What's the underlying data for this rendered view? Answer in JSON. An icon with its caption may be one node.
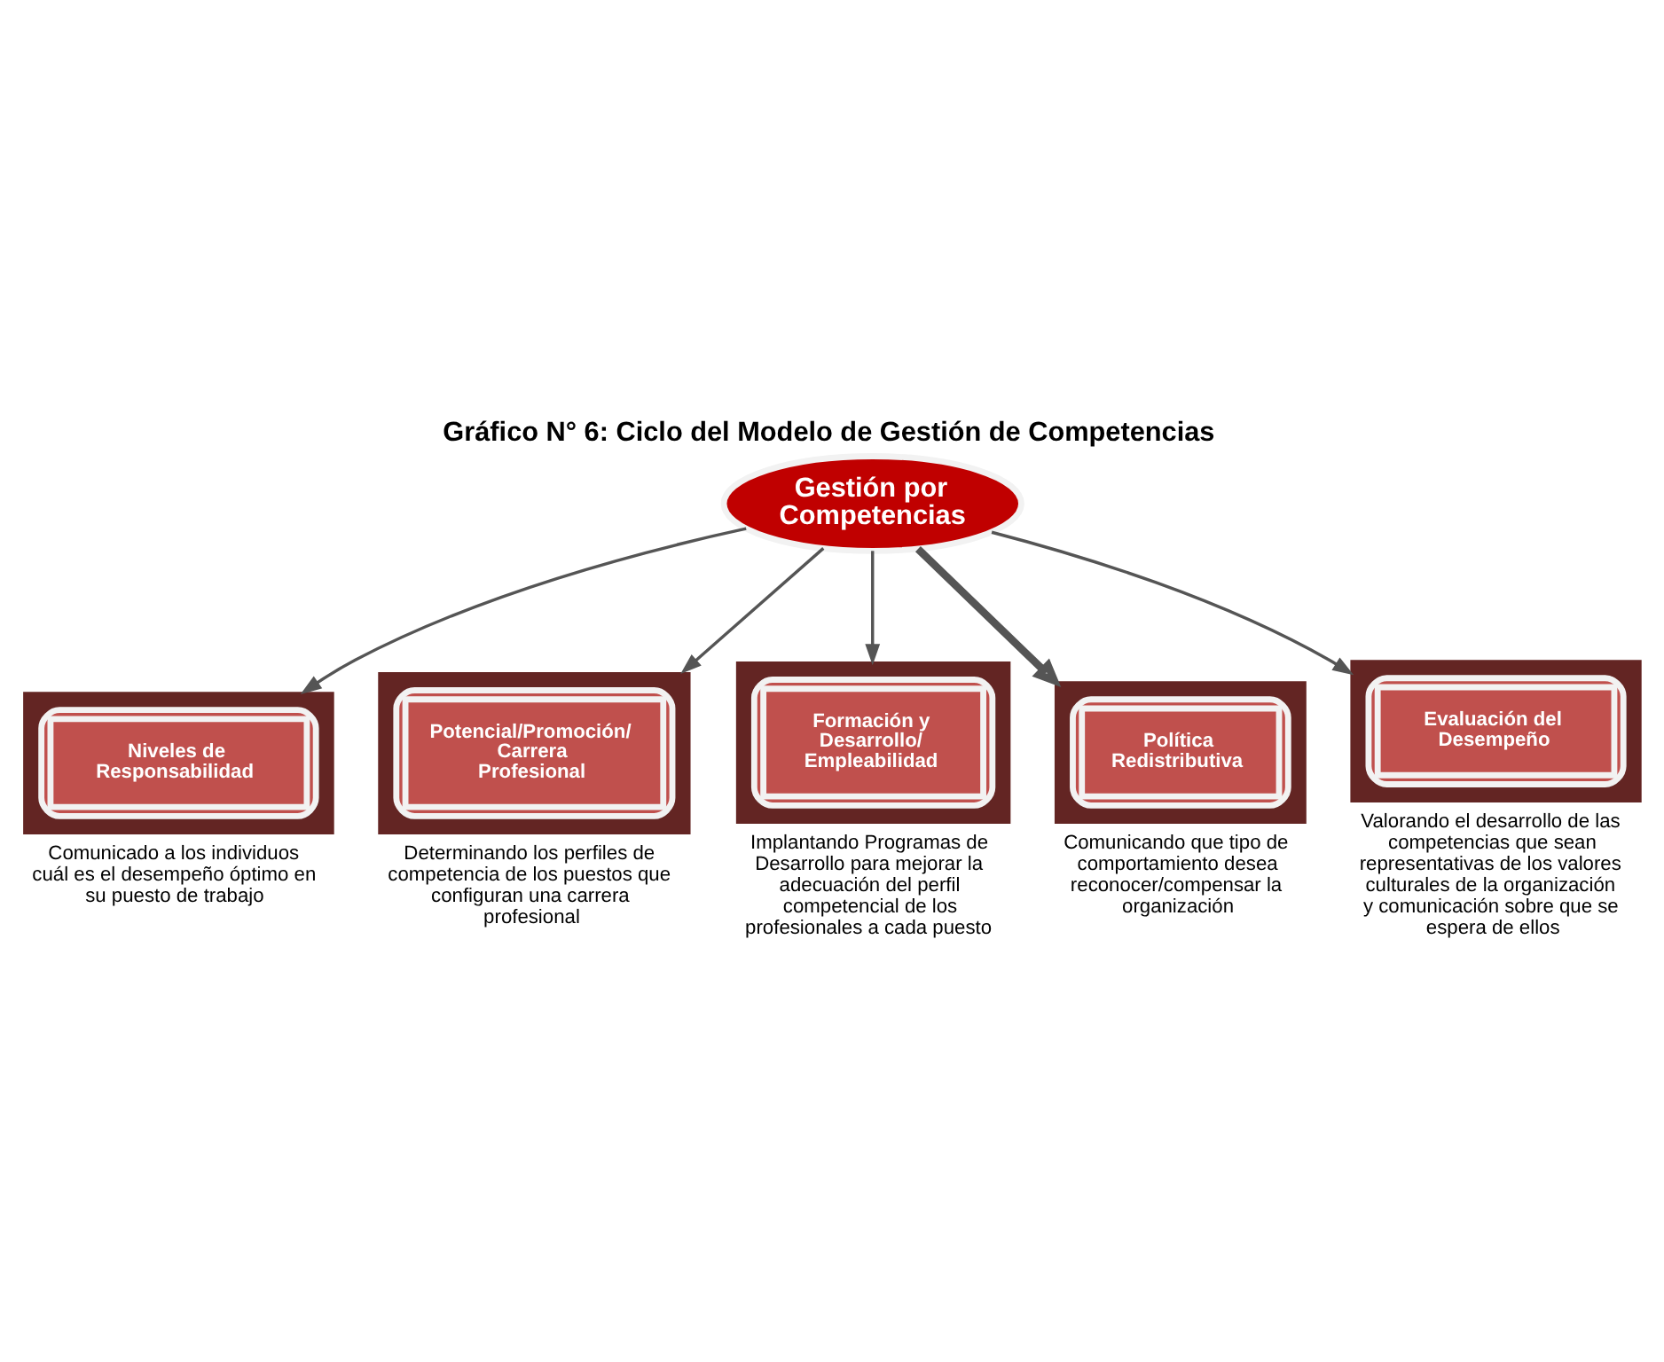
{
  "diagram": {
    "title": "Gráfico N° 6: Ciclo del Modelo de Gestión de Competencias",
    "nodes": [
      {
        "text": [
          "Gestión por Competencias"
        ]
      },
      {
        "text": [
          "Niveles de Responsabilidad"
        ],
        "beside": [
          "Comunicado a los individuos cuál es el desempeño óptimo en su puesto de trabajo"
        ]
      },
      {
        "text": [
          "Potencial/Promoción/ Carrera Profesional"
        ],
        "beside": [
          "Determinando los perfiles de competencia de los puestos que configuran una carrera profesional"
        ]
      },
      {
        "text": [
          "Formación y Desarrollo/ Empleabilidad"
        ],
        "beside": [
          "Implantando Programas de Desarrollo para mejorar la adecuación del perfil competencial de los profesionales a cada puesto"
        ]
      },
      {
        "text": [
          "Política Redistributiva"
        ],
        "beside": [
          "Comunicando que tipo de comportamiento desea reconocer/compensar la organización"
        ]
      },
      {
        "text": [
          "Evaluación del Desempeño"
        ],
        "beside": [
          "Valorando el desarrollo de las competencias que sean representativas de los valores culturales de la organización y comunicación sobre que se espera de ellos"
        ]
      }
    ],
    "edges": [
      {
        "from": 0,
        "to": 1,
        "arrow": "to"
      },
      {
        "from": 0,
        "to": 2,
        "arrow": "to"
      },
      {
        "from": 0,
        "to": 3,
        "arrow": "to"
      },
      {
        "from": 0,
        "to": 4,
        "arrow": "to",
        "style": "thick"
      },
      {
        "from": 0,
        "to": 5,
        "arrow": "to"
      }
    ]
  }
}
